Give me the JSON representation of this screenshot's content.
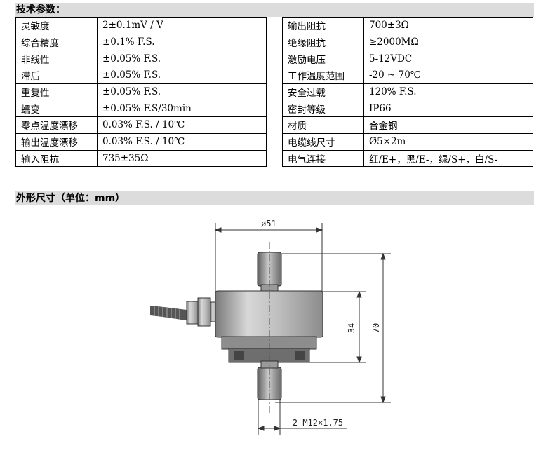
{
  "specs_title": "技术参数：",
  "left_rows": [
    {
      "label": "灵敏度",
      "value": "2±0.1mV / V"
    },
    {
      "label": "综合精度",
      "value": "±0.1% F.S."
    },
    {
      "label": "非线性",
      "value": "±0.05% F.S."
    },
    {
      "label": "滞后",
      "value": "±0.05% F.S."
    },
    {
      "label": "重复性",
      "value": "±0.05% F.S."
    },
    {
      "label": "蠕变",
      "value": "±0.05% F.S/30min"
    },
    {
      "label": "零点温度漂移",
      "value": "0.03% F.S. / 10℃"
    },
    {
      "label": "输出温度漂移",
      "value": "0.03% F.S. / 10℃"
    },
    {
      "label": "输入阻抗",
      "value": "735±35Ω"
    }
  ],
  "right_rows": [
    {
      "label": "输出阻抗",
      "value": "700±3Ω"
    },
    {
      "label": "绝缘阻抗",
      "value": "≥2000MΩ"
    },
    {
      "label": "激励电压",
      "value": "5-12VDC"
    },
    {
      "label": "工作温度范围",
      "value": "-20 ~ 70℃"
    },
    {
      "label": "安全过载",
      "value": "120% F.S."
    },
    {
      "label": "密封等级",
      "value": "IP66"
    },
    {
      "label": "材质",
      "value": "合金钢"
    },
    {
      "label": "电缆线尺寸",
      "value": "Ø5×2m"
    },
    {
      "label": "电气连接",
      "value": "红/E+，黑/E-，绿/S+，白/S-"
    }
  ],
  "dims_title": "外形尺寸（单位：mm）",
  "drawing": {
    "diameter_label": "ø51",
    "height_inner_label": "34",
    "height_total_label": "70",
    "thread_label": "2-M12×1.75"
  }
}
